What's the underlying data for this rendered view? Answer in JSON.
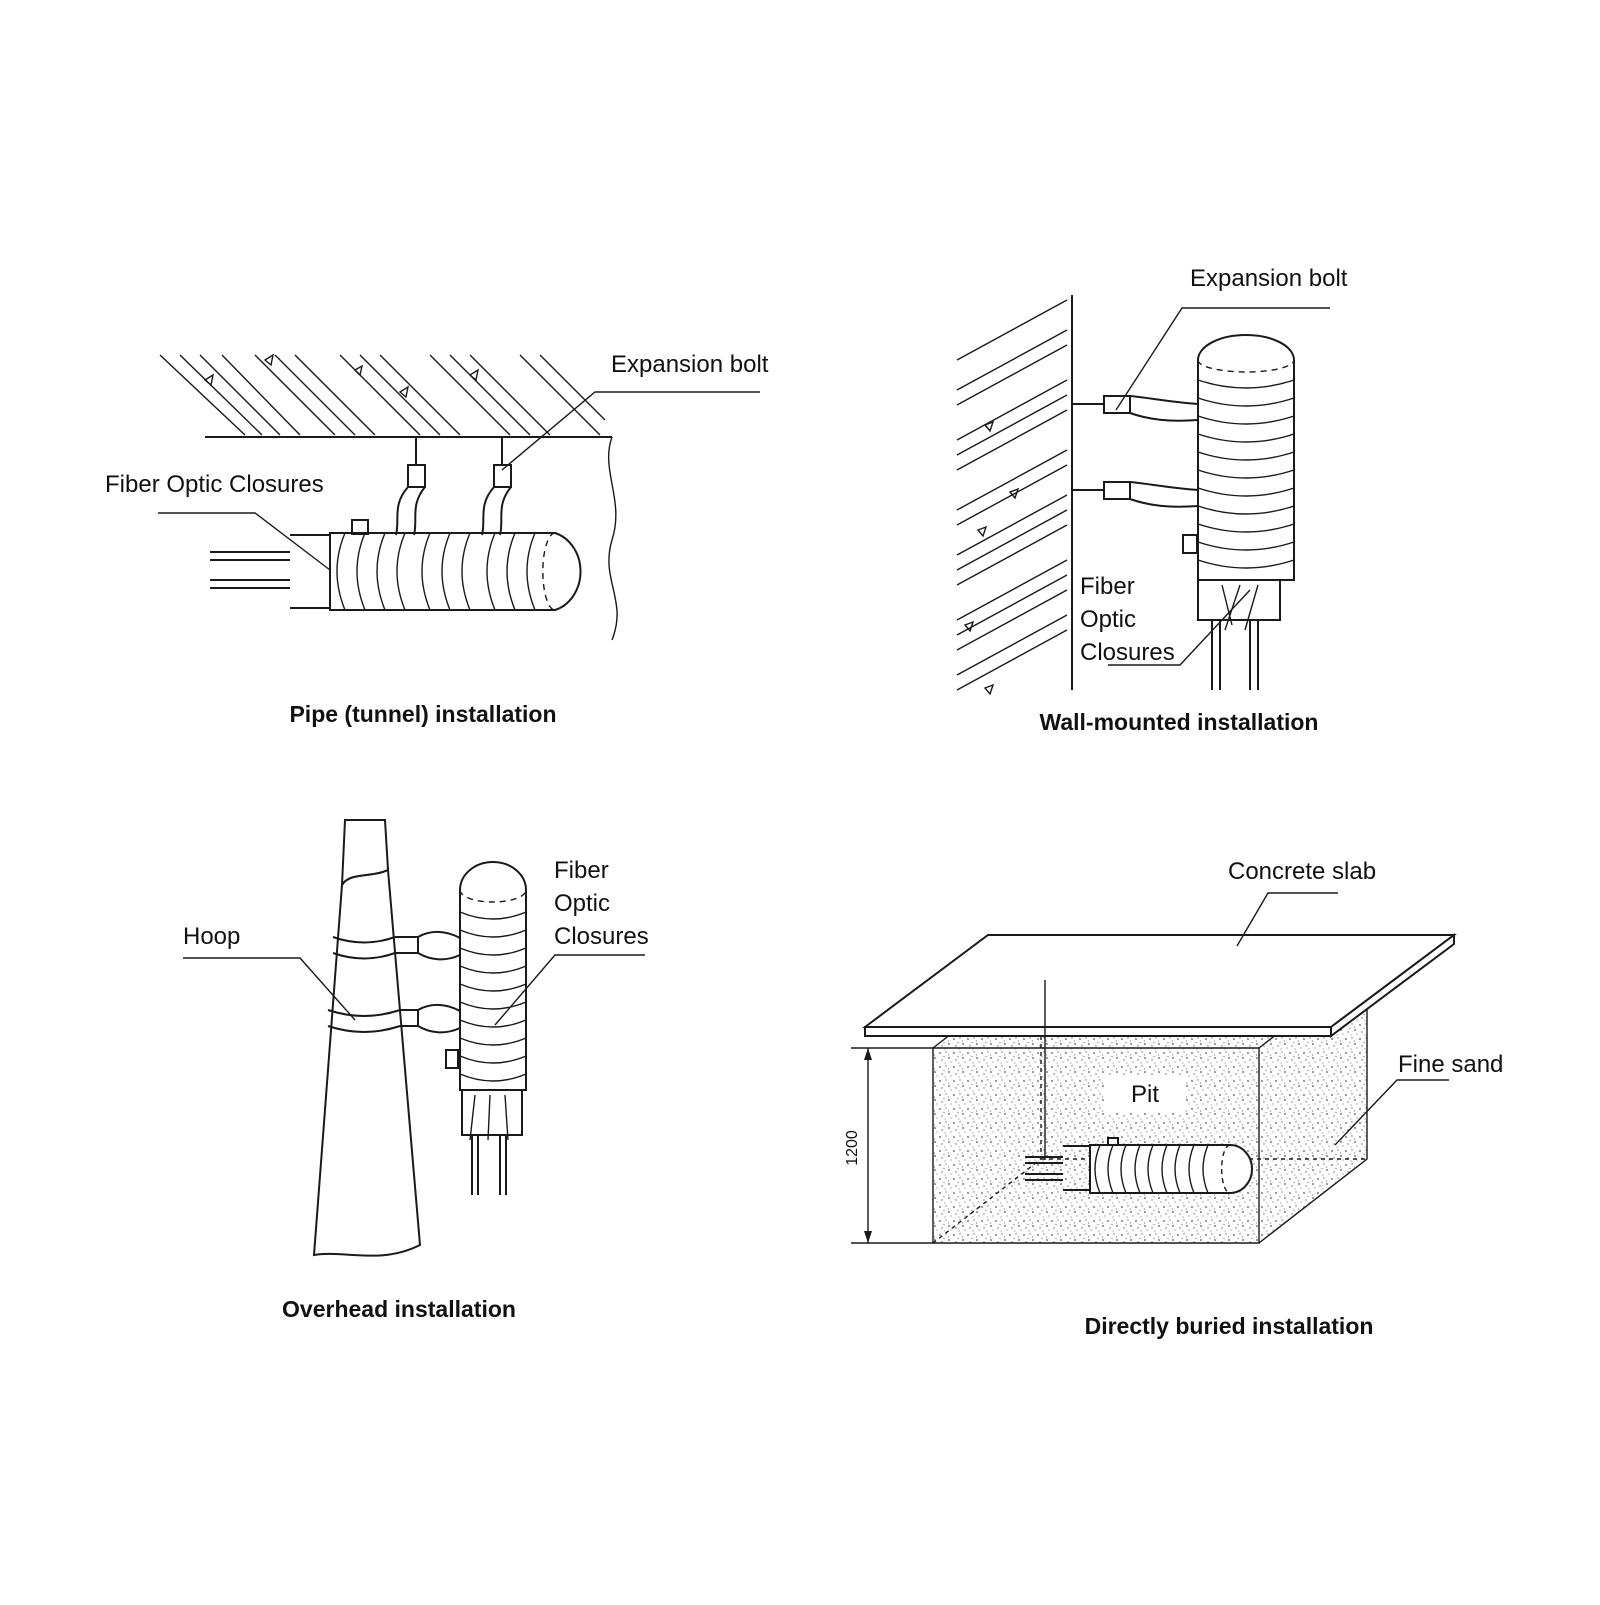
{
  "panels": {
    "pipe": {
      "label_bolt": "Expansion bolt",
      "label_closure": "Fiber Optic Closures",
      "caption": "Pipe (tunnel) installation"
    },
    "wall": {
      "label_bolt": "Expansion bolt",
      "label_closure_1": "Fiber",
      "label_closure_2": "Optic",
      "label_closure_3": "Closures",
      "caption": "Wall-mounted installation"
    },
    "overhead": {
      "label_hoop": "Hoop",
      "label_closure_1": "Fiber",
      "label_closure_2": "Optic",
      "label_closure_3": "Closures",
      "caption": "Overhead installation"
    },
    "buried": {
      "label_slab": "Concrete slab",
      "label_sand": "Fine sand",
      "label_pit": "Pit",
      "dimension": "1200",
      "caption": "Directly buried installation"
    }
  }
}
